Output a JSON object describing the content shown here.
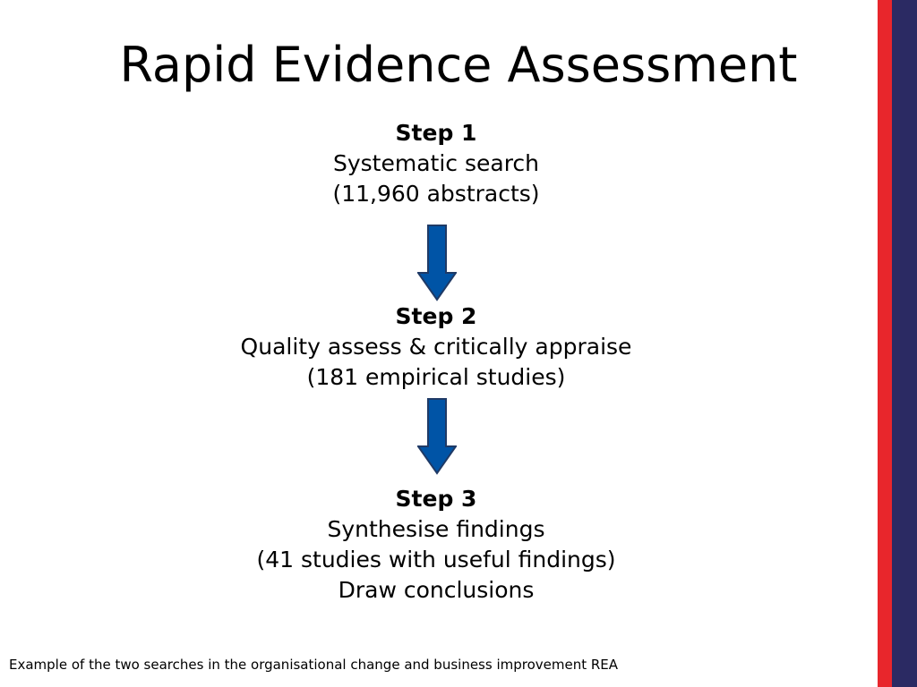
{
  "title": "Rapid Evidence Assessment",
  "steps": [
    {
      "label": "Step 1",
      "lines": [
        "Systematic search",
        "(11,960 abstracts)"
      ]
    },
    {
      "label": "Step 2",
      "lines": [
        "Quality assess & critically appraise",
        "(181 empirical studies)"
      ]
    },
    {
      "label": "Step 3",
      "lines": [
        "Synthesise findings",
        "(41 studies with useful findings)",
        "Draw conclusions"
      ]
    }
  ],
  "footnote": "Example of the two searches in the organisational change and business improvement REA",
  "colors": {
    "arrow_fill": "#0054A6",
    "arrow_stroke": "#1F3A66",
    "stripe_red": "#E8262C",
    "stripe_navy": "#2B2A63"
  }
}
